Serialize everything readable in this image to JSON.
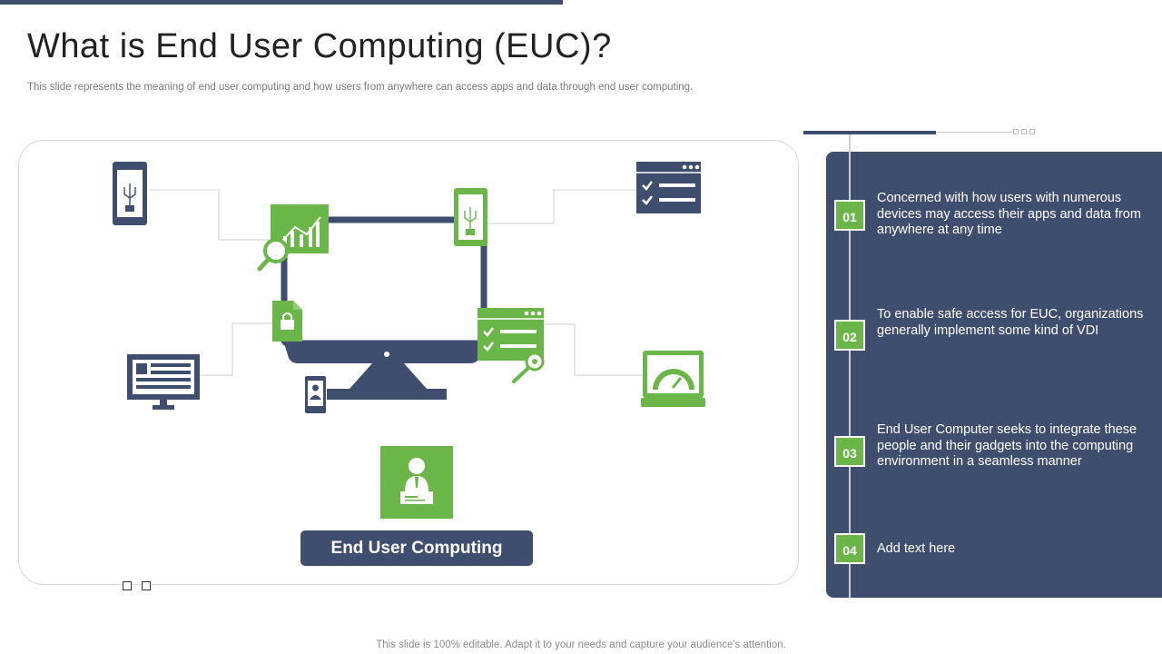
{
  "header": {
    "title": "What is End User Computing (EUC)?",
    "subtitle": "This slide represents the meaning of end user computing and how users from anywhere can access apps and data through end user computing."
  },
  "center": {
    "label": "End User Computing"
  },
  "points": [
    {
      "number": "01",
      "text": "Concerned with how users with numerous devices may access their apps and data from anywhere at any time"
    },
    {
      "number": "02",
      "text": "To enable safe access for EUC, organizations generally implement some kind of VDI"
    },
    {
      "number": "03",
      "text": "End User Computer seeks to integrate these people and their gadgets into the computing environment in a seamless manner"
    },
    {
      "number": "04",
      "text": "Add text here"
    }
  ],
  "footer": {
    "text": "This slide is 100% editable. Adapt it to your needs and capture your audience's attention."
  },
  "colors": {
    "navy": "#3f4e6e",
    "green": "#6ab648"
  },
  "icons": [
    "smartphone-chip-icon",
    "analytics-chart-icon",
    "mobile-app-icon",
    "checklist-window-icon",
    "lock-file-icon",
    "web-monitor-icon",
    "inspection-checklist-icon",
    "speed-gauge-laptop-icon",
    "id-phone-icon",
    "user-id-icon"
  ]
}
